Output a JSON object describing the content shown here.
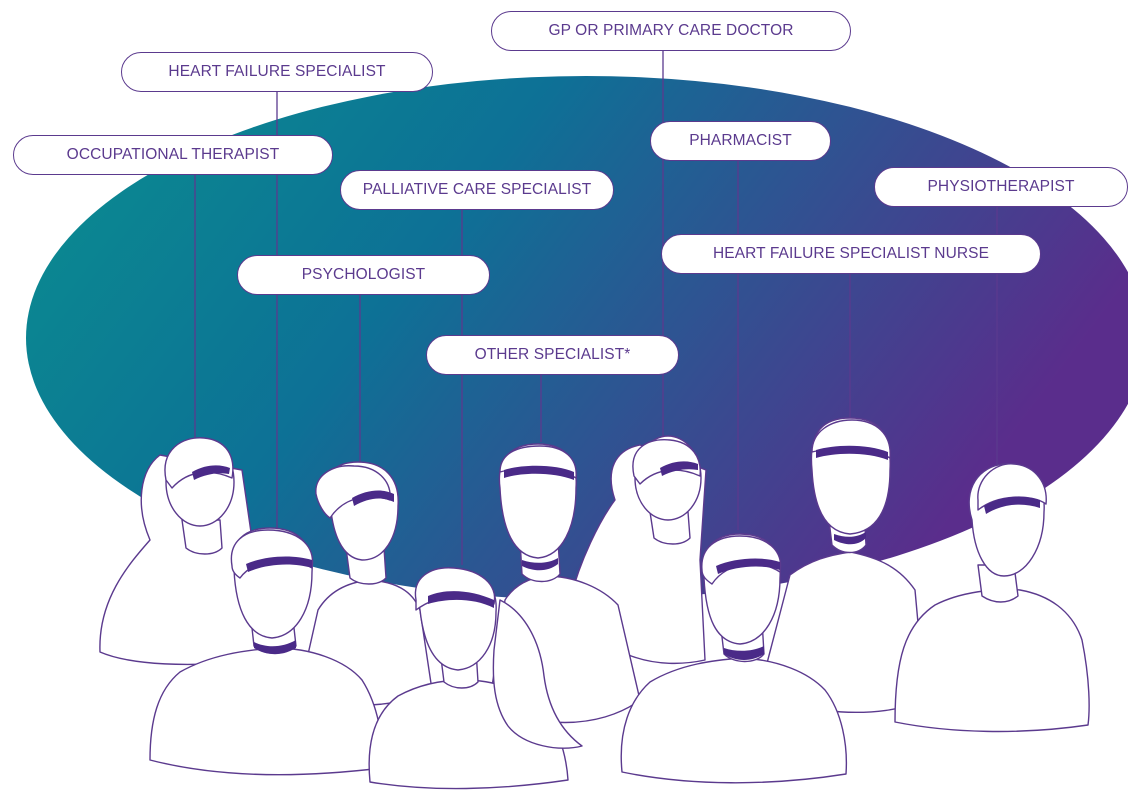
{
  "colors": {
    "blob_start": "#0a8f8f",
    "blob_mid": "#0d7196",
    "blob_end": "#5a2d8c",
    "stroke": "#5b3a8e",
    "accent": "#4a2a88",
    "label_text": "#5b3a8e"
  },
  "roles": [
    {
      "id": "gp",
      "label": "GP OR PRIMARY CARE DOCTOR"
    },
    {
      "id": "hf-specialist",
      "label": "HEART FAILURE SPECIALIST"
    },
    {
      "id": "occupational-therapist",
      "label": "OCCUPATIONAL THERAPIST"
    },
    {
      "id": "pharmacist",
      "label": "PHARMACIST"
    },
    {
      "id": "palliative",
      "label": "PALLIATIVE CARE SPECIALIST"
    },
    {
      "id": "physiotherapist",
      "label": "PHYSIOTHERAPIST"
    },
    {
      "id": "hf-nurse",
      "label": "HEART FAILURE SPECIALIST NURSE"
    },
    {
      "id": "psychologist",
      "label": "PSYCHOLOGIST"
    },
    {
      "id": "other",
      "label": "OTHER SPECIALIST*"
    }
  ]
}
